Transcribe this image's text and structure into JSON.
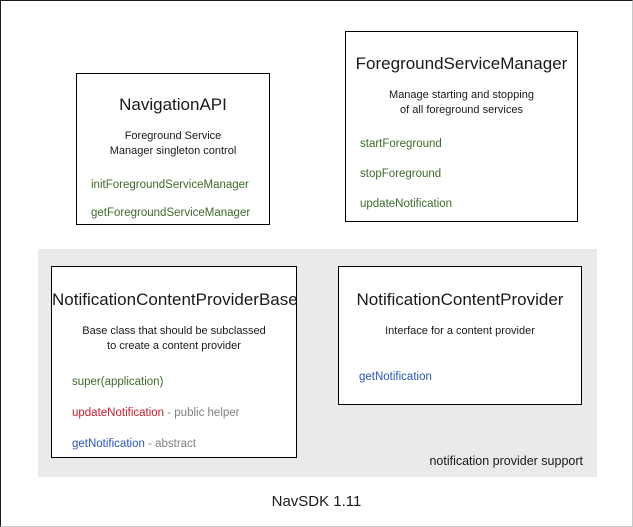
{
  "diagram": {
    "footer_caption": "NavSDK 1.11",
    "group_panel": {
      "label": "notification provider support"
    },
    "boxes": {
      "navigation_api": {
        "title": "NavigationAPI",
        "description_line1": "Foreground Service",
        "description_line2": "Manager singleton control",
        "members": [
          {
            "name": "initForegroundServiceManager",
            "note": ""
          },
          {
            "name": "getForegroundServiceManager",
            "note": ""
          }
        ]
      },
      "foreground_service_manager": {
        "title": "ForegroundServiceManager",
        "description_line1": "Manage starting and stopping",
        "description_line2": "of all foreground services",
        "members": [
          {
            "name": "startForeground",
            "note": ""
          },
          {
            "name": "stopForeground",
            "note": ""
          },
          {
            "name": "updateNotification",
            "note": ""
          }
        ]
      },
      "notification_content_provider_base": {
        "title": "NotificationContentProviderBase",
        "description_line1": "Base class that should be subclassed",
        "description_line2": "to create a content provider",
        "members": [
          {
            "name": "super(application)",
            "note": ""
          },
          {
            "name": "updateNotification",
            "note": " - public helper"
          },
          {
            "name": "getNotification",
            "note": " - abstract"
          }
        ]
      },
      "notification_content_provider": {
        "title": "NotificationContentProvider",
        "description_line1": "Interface for a content provider",
        "description_line2": "",
        "members": [
          {
            "name": "getNotification",
            "note": ""
          }
        ]
      }
    },
    "colors": {
      "member_green": "#3c6b2a",
      "member_red": "#c0202a",
      "member_blue": "#2a57b5",
      "member_note_gray": "#808080",
      "panel_background": "#eaeaea",
      "box_border": "#000000",
      "text": "#1a1a1a"
    }
  }
}
